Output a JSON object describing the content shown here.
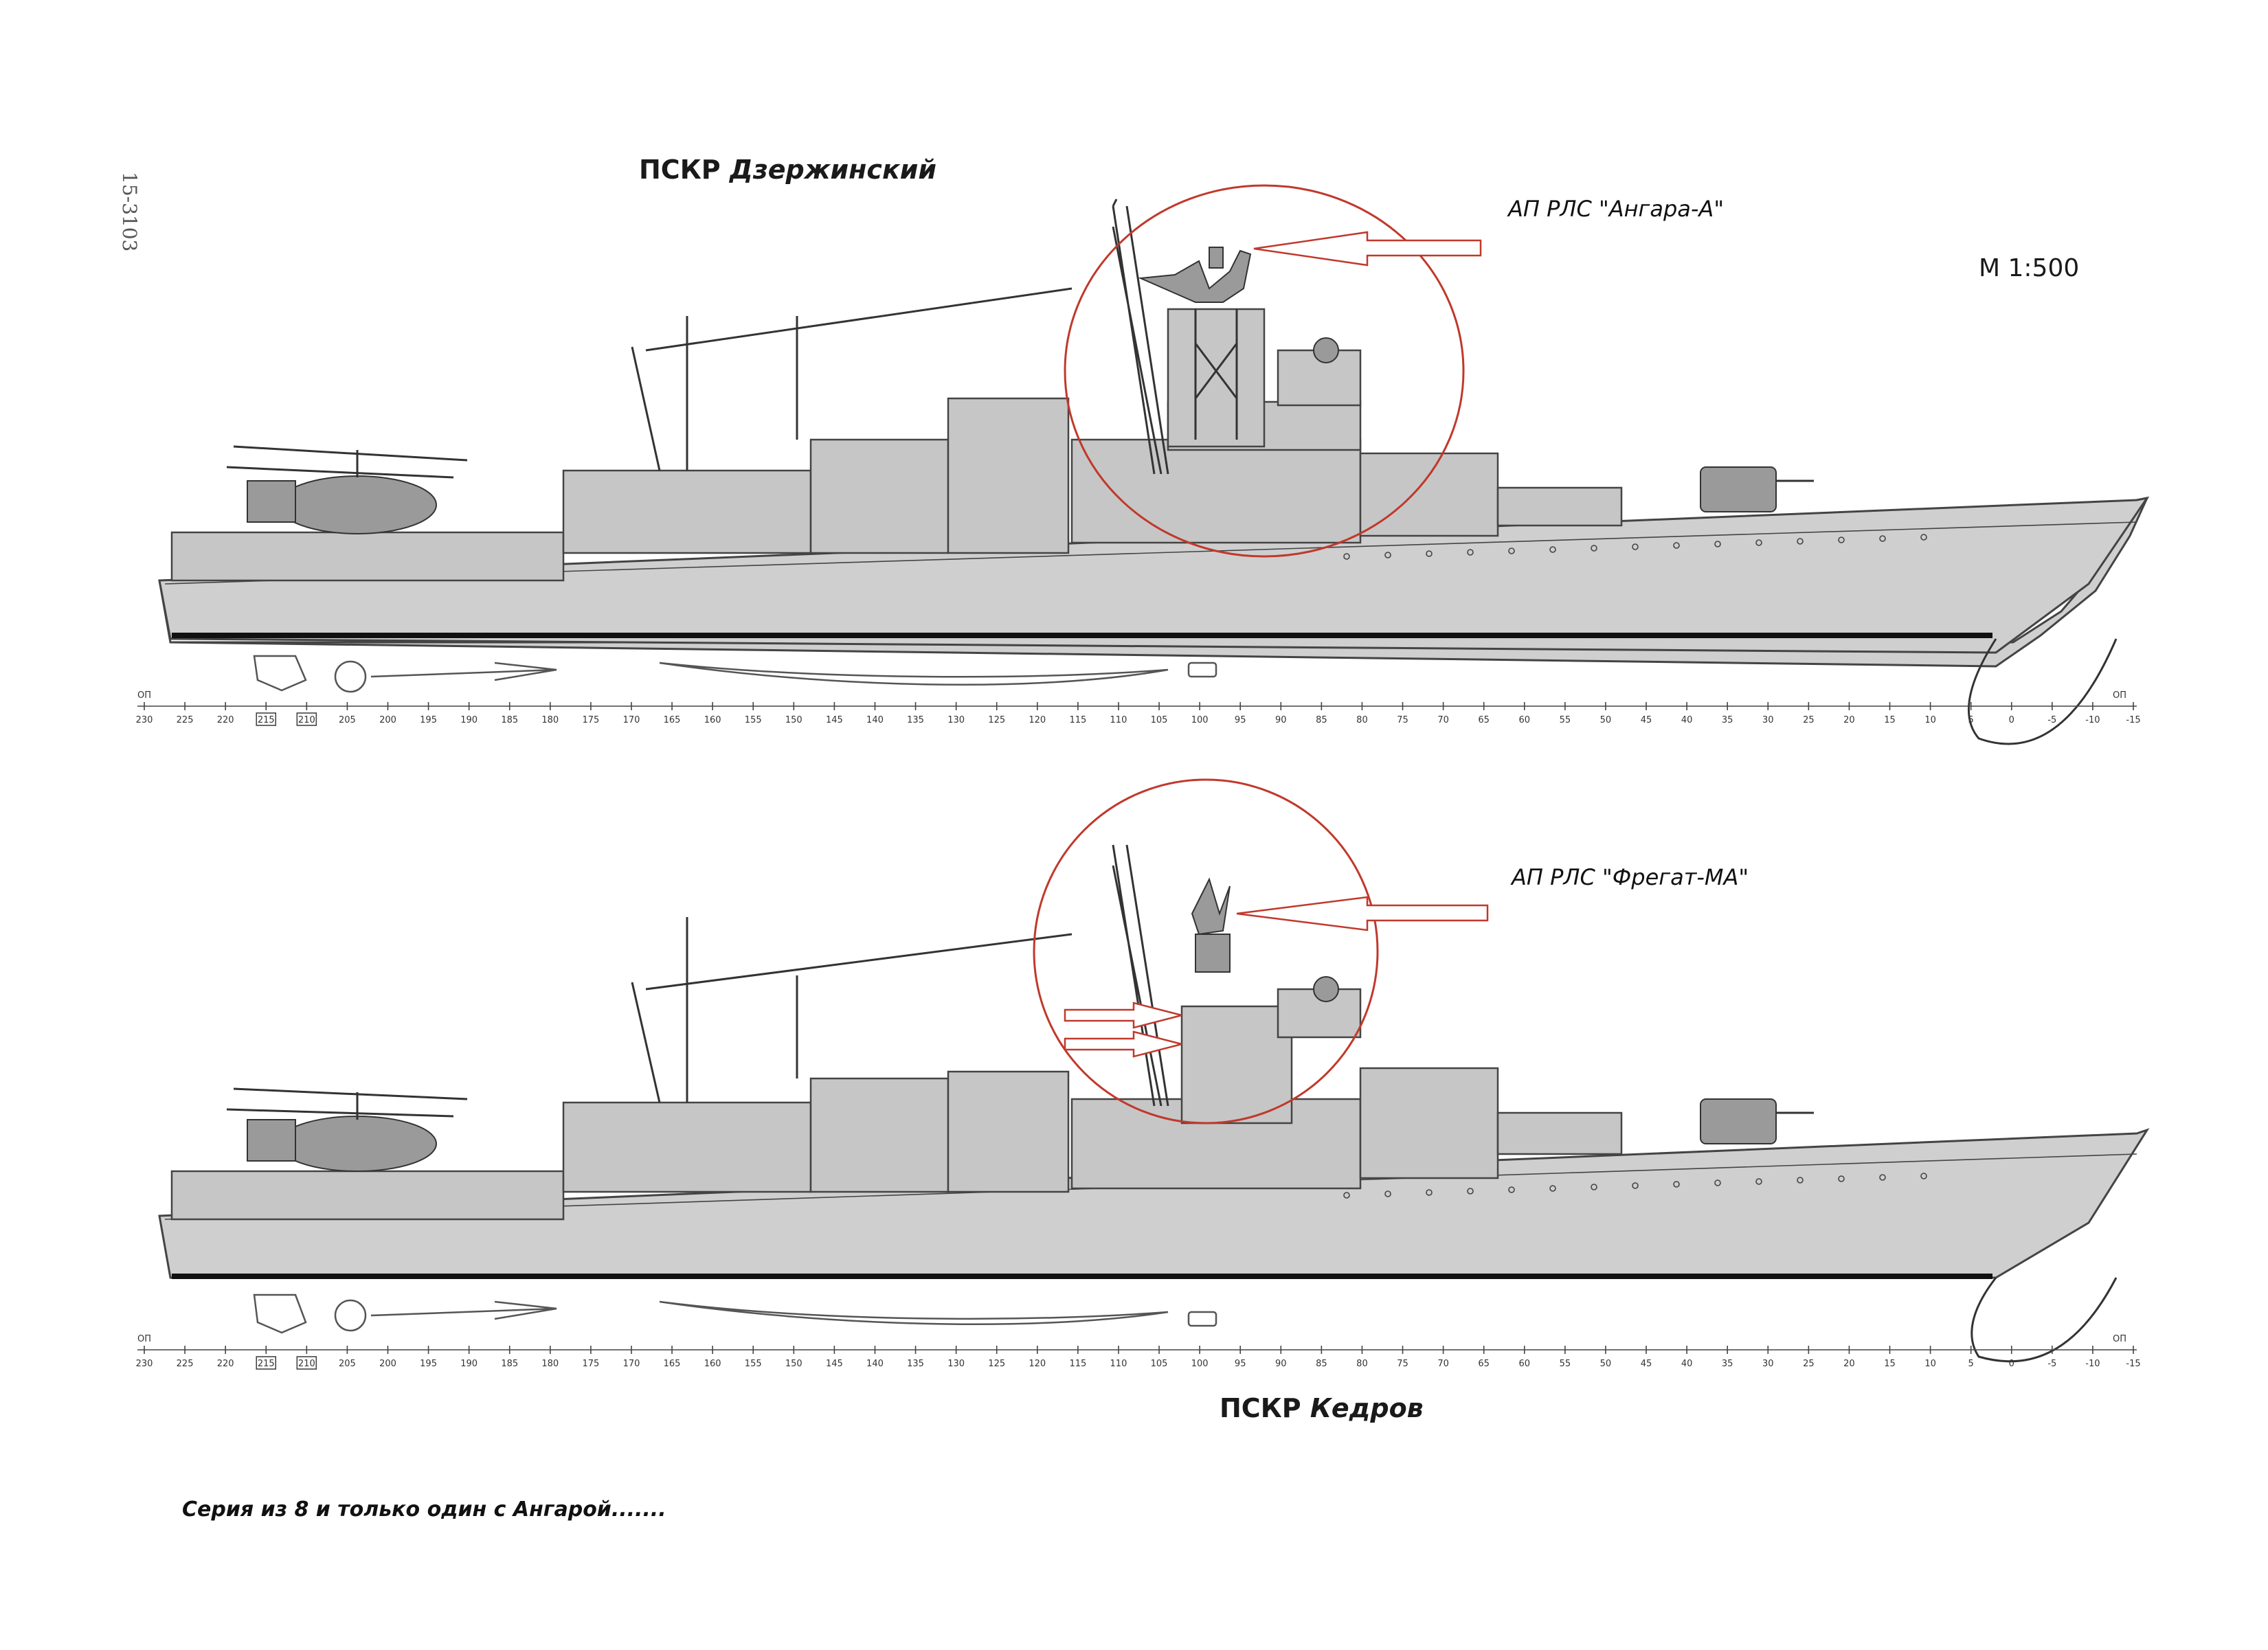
{
  "sheet_number": "15-3103",
  "scale_label": "М 1:500",
  "ships": [
    {
      "prefix": "ПСКР",
      "name": "Дзержинский",
      "radar_label": "АП РЛС \"Ангара-А\""
    },
    {
      "prefix": "ПСКР",
      "name": "Кедров",
      "radar_label": "АП РЛС \"Фрегат-МА\""
    }
  ],
  "frame_scale": {
    "left_labels": [
      "ОП"
    ],
    "right_labels": [
      "ОП"
    ],
    "boxed": [
      "215",
      "210"
    ],
    "ticks": [
      "230",
      "225",
      "220",
      "215",
      "210",
      "205",
      "200",
      "195",
      "190",
      "185",
      "180",
      "175",
      "170",
      "165",
      "160",
      "155",
      "150",
      "145",
      "140",
      "135",
      "130",
      "125",
      "120",
      "115",
      "110",
      "105",
      "100",
      "95",
      "90",
      "85",
      "80",
      "75",
      "70",
      "65",
      "60",
      "55",
      "50",
      "45",
      "40",
      "35",
      "30",
      "25",
      "20",
      "15",
      "10",
      "5",
      "0",
      "-5",
      "-10",
      "-15"
    ]
  },
  "caption": "Серия из 8  и только один с Ангарой.......",
  "colors": {
    "annotation": "#c0392b",
    "hull": "#cfcfcf",
    "line": "#333333"
  }
}
